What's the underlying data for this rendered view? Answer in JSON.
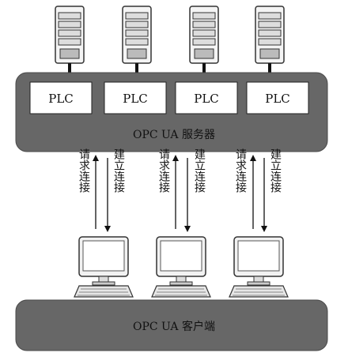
{
  "server": {
    "label": "OPC UA 服务器",
    "plcs": [
      {
        "label": "PLC"
      },
      {
        "label": "PLC"
      },
      {
        "label": "PLC"
      },
      {
        "label": "PLC"
      }
    ]
  },
  "client": {
    "label": "OPC UA 客户端"
  },
  "connections": [
    {
      "request_label": "请求连接",
      "establish_label": "建立连接"
    },
    {
      "request_label": "请求连接",
      "establish_label": "建立连接"
    },
    {
      "request_label": "请求连接",
      "establish_label": "建立连接"
    }
  ]
}
